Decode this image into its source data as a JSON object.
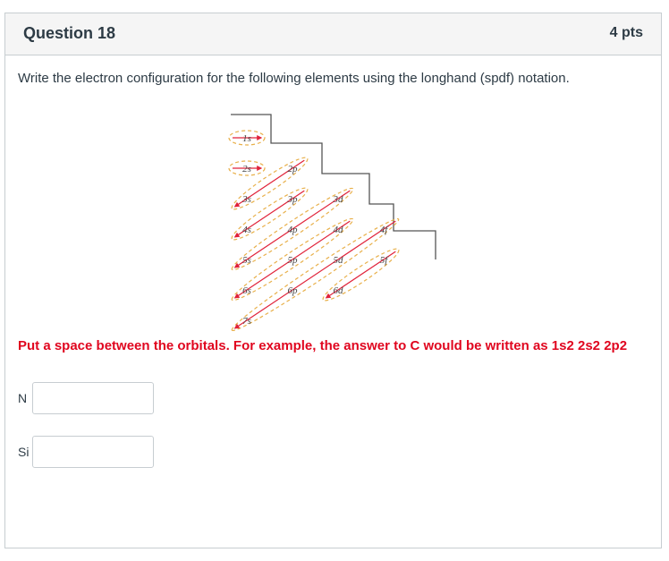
{
  "question": {
    "title": "Question 18",
    "points": "4 pts",
    "prompt": "Write the electron configuration for the following elements using the longhand (spdf) notation.",
    "instruction": "Put a space between the orbitals. For example, the answer to C would be written as 1s2 2s2 2p2",
    "instruction_color": "#e0061f"
  },
  "diagram": {
    "orbitals": [
      [
        "1s"
      ],
      [
        "2s",
        "2p"
      ],
      [
        "3s",
        "3p",
        "3d"
      ],
      [
        "4s",
        "4p",
        "4d",
        "4f"
      ],
      [
        "5s",
        "5p",
        "5d",
        "5f"
      ],
      [
        "6s",
        "6p",
        "6d"
      ],
      [
        "7s"
      ]
    ]
  },
  "answers": [
    {
      "label": "N",
      "value": ""
    },
    {
      "label": "Si",
      "value": ""
    }
  ]
}
